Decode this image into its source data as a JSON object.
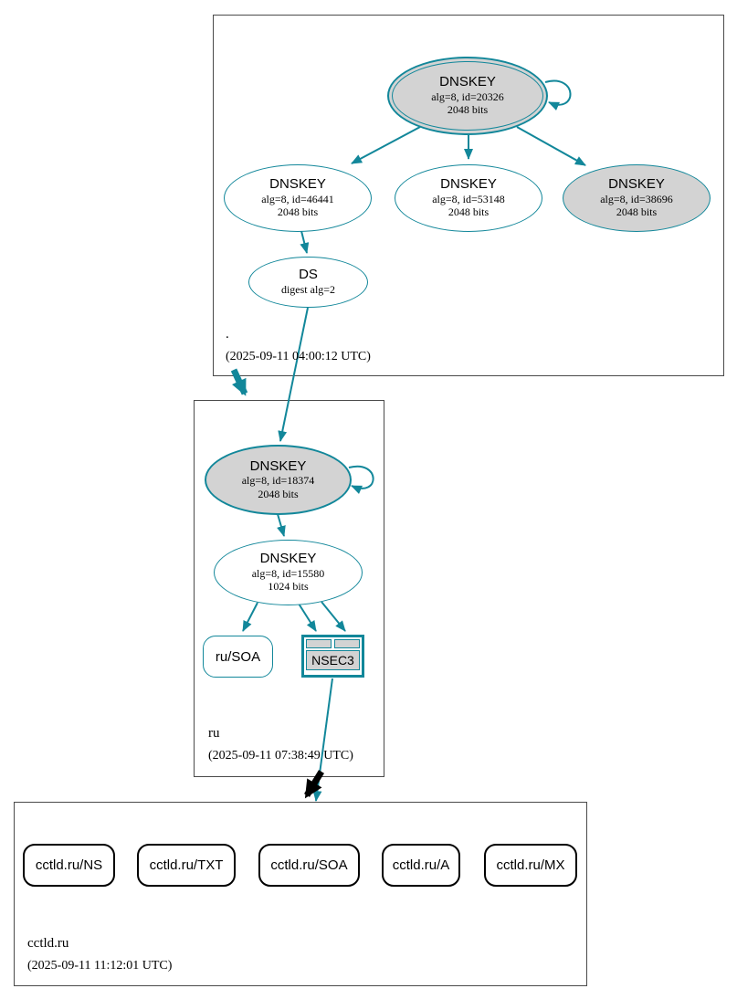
{
  "diagram_type": "dnssec-authentication-chain",
  "colors": {
    "accent_teal": "#12879a",
    "node_fill_gray": "#d3d3d3",
    "insecure_black": "#000000",
    "zone_border": "#4a4a4a"
  },
  "zones": {
    "root": {
      "label": ".",
      "timestamp": "(2025-09-11 04:00:12 UTC)",
      "nodes": {
        "ksk": {
          "title": "DNSKEY",
          "line1": "alg=8, id=20326",
          "line2": "2048 bits"
        },
        "zsk1": {
          "title": "DNSKEY",
          "line1": "alg=8, id=46441",
          "line2": "2048 bits"
        },
        "zsk2": {
          "title": "DNSKEY",
          "line1": "alg=8, id=53148",
          "line2": "2048 bits"
        },
        "zsk3": {
          "title": "DNSKEY",
          "line1": "alg=8, id=38696",
          "line2": "2048 bits"
        },
        "ds": {
          "title": "DS",
          "line1": "digest alg=2"
        }
      }
    },
    "ru": {
      "label": "ru",
      "timestamp": "(2025-09-11 07:38:49 UTC)",
      "nodes": {
        "ksk": {
          "title": "DNSKEY",
          "line1": "alg=8, id=18374",
          "line2": "2048 bits"
        },
        "zsk": {
          "title": "DNSKEY",
          "line1": "alg=8, id=15580",
          "line2": "1024 bits"
        },
        "soa": {
          "label": "ru/SOA"
        },
        "nsec3": {
          "label": "NSEC3"
        }
      }
    },
    "cctld": {
      "label": "cctld.ru",
      "timestamp": "(2025-09-11 11:12:01 UTC)",
      "rrsets": [
        {
          "label": "cctld.ru/NS"
        },
        {
          "label": "cctld.ru/TXT"
        },
        {
          "label": "cctld.ru/SOA"
        },
        {
          "label": "cctld.ru/A"
        },
        {
          "label": "cctld.ru/MX"
        }
      ]
    }
  }
}
